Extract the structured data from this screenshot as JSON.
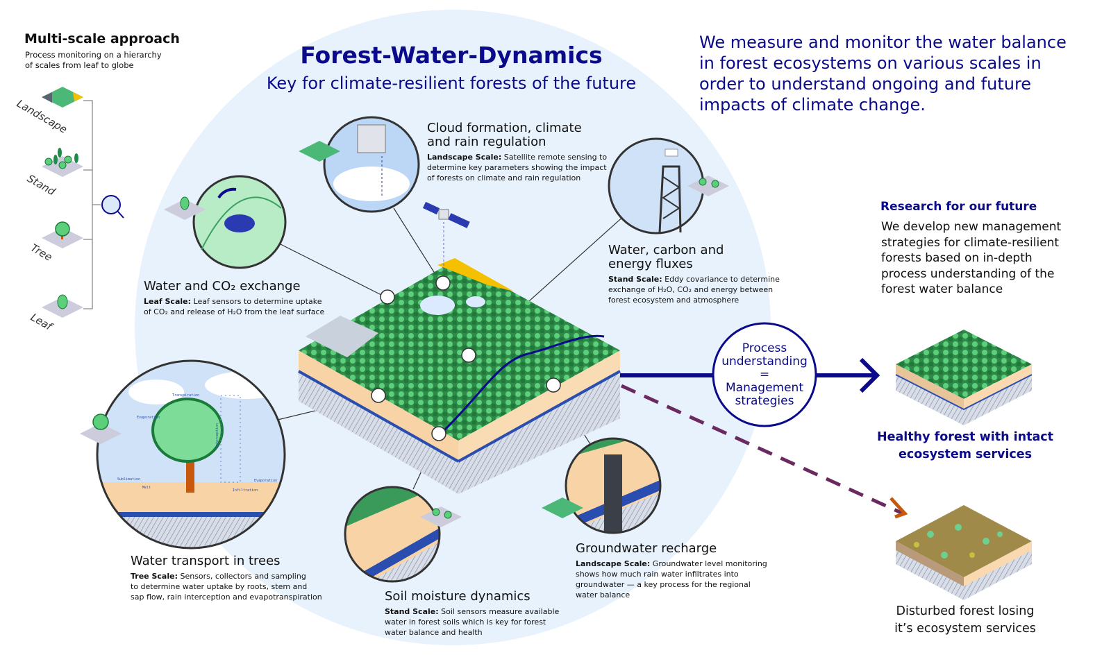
{
  "multiscale": {
    "title": "Multi-scale approach",
    "subtitle_1": "Process monitoring on a hierarchy",
    "subtitle_2": "of scales from leaf to globe",
    "scales": [
      "Landscape",
      "Stand",
      "Tree",
      "Leaf"
    ]
  },
  "header": {
    "title": "Forest-Water-Dynamics",
    "subtitle": "Key for climate-resilient forests of the future"
  },
  "mission": [
    "We measure and monitor the water balance",
    "in forest ecosystems on various scales in",
    "order to understand ongoing and future",
    "impacts of climate change."
  ],
  "processes": {
    "cloud": {
      "title_1": "Cloud formation, climate",
      "title_2": "and rain regulation",
      "scale": "Landscape Scale:",
      "desc_1": " Satellite remote sensing to",
      "desc_2": "determine key parameters showing the impact",
      "desc_3": "of forests on climate and rain regulation"
    },
    "leaf": {
      "title": "Water and CO₂ exchange",
      "scale": "Leaf Scale:",
      "desc_1": " Leaf sensors to determine uptake",
      "desc_2": "of CO₂ and release of H₂O from the leaf surface"
    },
    "fluxes": {
      "title_1": "Water, carbon and",
      "title_2": "energy fluxes",
      "scale": "Stand Scale:",
      "desc_1": " Eddy covariance to determine",
      "desc_2": "exchange of H₂O, CO₂ and energy between",
      "desc_3": "forest ecosystem and atmosphere"
    },
    "tree": {
      "title": "Water transport in trees",
      "scale": "Tree Scale:",
      "desc_1": " Sensors, collectors and sampling",
      "desc_2": "to determine water uptake by roots, stem and",
      "desc_3": "sap flow, rain interception and evapotranspiration",
      "labels": {
        "transpiration": "Transpiration",
        "evaporation": "Evaporation",
        "interception": "Interception",
        "sublimation": "Sublimation",
        "melt": "Melt",
        "evaporation2": "Evaporation",
        "infiltration": "Infiltration"
      }
    },
    "soil": {
      "title": "Soil moisture dynamics",
      "scale": "Stand Scale:",
      "desc_1": " Soil sensors measure available",
      "desc_2": "water in forest soils which is key for forest",
      "desc_3": "water balance and health"
    },
    "groundwater": {
      "title": "Groundwater recharge",
      "scale": "Landscape Scale:",
      "desc_1": " Groundwater level monitoring",
      "desc_2": "shows how much rain water infiltrates into",
      "desc_3": "groundwater — a key process for the regional",
      "desc_4": "water balance"
    }
  },
  "center_circle": {
    "line_1": "Process",
    "line_2": "understanding",
    "line_3": "=",
    "line_4": "Management",
    "line_5": "strategies"
  },
  "research": {
    "title": "Research for our future",
    "text": [
      "We develop new management",
      "strategies for climate-resilient",
      "forests based on in-depth",
      "process understanding of the",
      "forest water balance"
    ]
  },
  "outcomes": {
    "healthy_1": "Healthy forest with intact",
    "healthy_2": "ecosystem services",
    "disturbed_1": "Disturbed forest losing",
    "disturbed_2": "it’s ecosystem services"
  },
  "colors": {
    "navy": "#0a0a8a",
    "circle_bg": "#e8f2fd",
    "forest": "#3a9a5a",
    "soil": "#f7d3a6",
    "water": "#2a4db0",
    "orange": "#c8580e"
  }
}
